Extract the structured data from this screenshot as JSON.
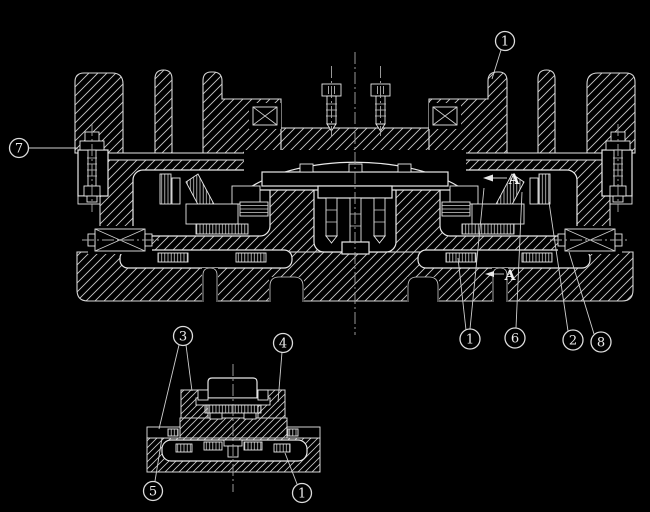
{
  "colors": {
    "background": "#000000",
    "line": "#e8e8e8",
    "hatch": "#c9c9c9"
  },
  "callouts": {
    "c7": {
      "label": "7"
    },
    "c1_top": {
      "label": "1"
    },
    "c1_main": {
      "label": "1"
    },
    "c6": {
      "label": "6"
    },
    "c2": {
      "label": "2"
    },
    "c8": {
      "label": "8"
    },
    "c3": {
      "label": "3"
    },
    "c4": {
      "label": "4"
    },
    "c5": {
      "label": "5"
    },
    "c1_detail": {
      "label": "1"
    }
  },
  "section_arrows": {
    "upper": {
      "label": "A"
    },
    "lower": {
      "label": "A"
    }
  }
}
